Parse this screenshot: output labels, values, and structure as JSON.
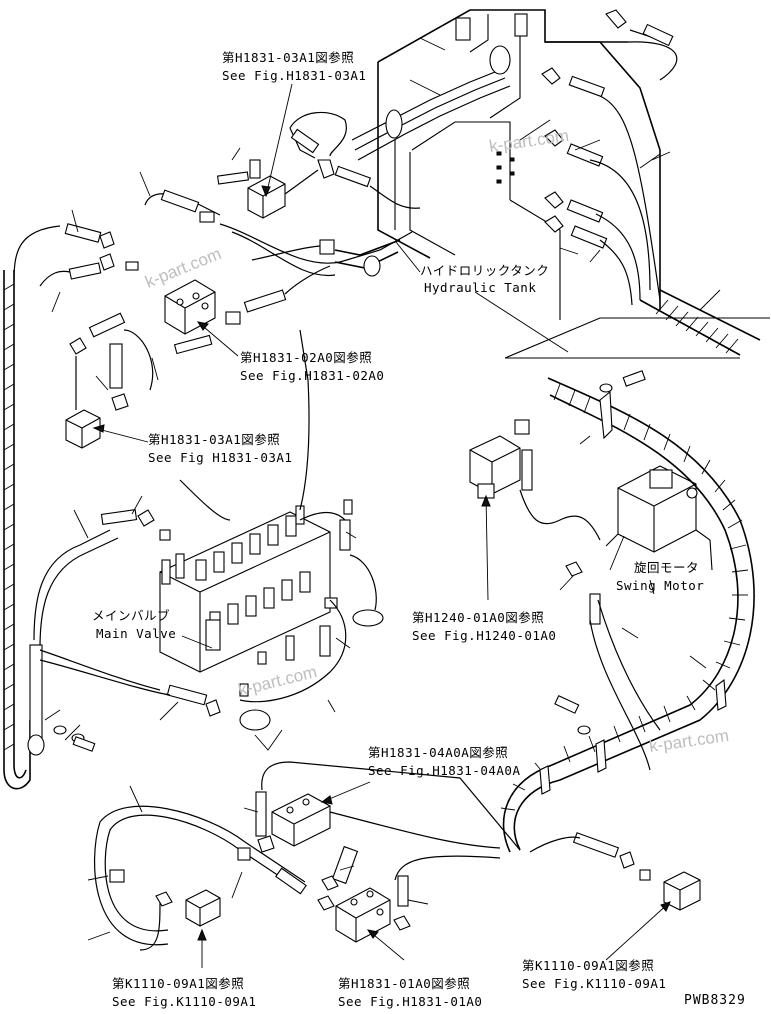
{
  "references": [
    {
      "id": "ref-h1831-03a1-top",
      "jp": "第H1831-03A1図参照",
      "en": "See Fig.H1831-03A1"
    },
    {
      "id": "ref-h1831-02a0",
      "jp": "第H1831-02A0図参照",
      "en": "See Fig.H1831-02A0"
    },
    {
      "id": "ref-h1831-03a1-left",
      "jp": "第H1831-03A1図参照",
      "en": "See Fig H1831-03A1"
    },
    {
      "id": "ref-h1240-01a0",
      "jp": "第H1240-01A0図参照",
      "en": "See Fig.H1240-01A0"
    },
    {
      "id": "ref-h1831-04a0a",
      "jp": "第H1831-04A0A図参照",
      "en": "See Fig.H1831-04A0A"
    },
    {
      "id": "ref-k1110-09a1-right",
      "jp": "第K1110-09A1図参照",
      "en": "See Fig.K1110-09A1"
    },
    {
      "id": "ref-k1110-09a1-left",
      "jp": "第K1110-09A1図参照",
      "en": "See Fig.K1110-09A1"
    },
    {
      "id": "ref-h1831-01a0",
      "jp": "第H1831-01A0図参照",
      "en": "See Fig.H1831-01A0"
    }
  ],
  "components": {
    "hydraulic_tank": {
      "jp": "ハイドロリックタンク",
      "en": "Hydraulic Tank"
    },
    "swing_motor": {
      "jp": "旋回モータ",
      "en": "Swing Motor"
    },
    "main_valve": {
      "jp": "メインバルブ",
      "en": "Main Valve"
    }
  },
  "watermarks": [
    "k-part.com",
    "k-part.com",
    "k-part.com",
    "k-part.com"
  ],
  "drawing_code": "PWB8329",
  "colors": {
    "ink": "#000000",
    "watermark": "#bdbdbd",
    "paper": "#ffffff"
  }
}
